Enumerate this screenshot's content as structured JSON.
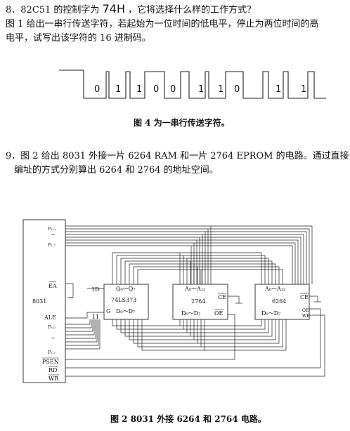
{
  "q8": {
    "line1_a": "8．82C51 的控制字为",
    "line1_hand": "74H",
    "line1_b": "，它将选择什么样的工作方式？",
    "line2": "图 1 给出一串行传送字符，若起始为一位时间的低电平，停止为两位时间的高",
    "line3": "电平，试写出该字符的 16 进制码。",
    "caption": "图 4 为一串行传送字符。",
    "bits": [
      "0",
      "1",
      "1",
      "0",
      "0",
      "1",
      "1",
      "0",
      "1",
      "1"
    ]
  },
  "q9": {
    "line1": "9．图 2 给出 8031 外接一片 6264 RAM 和一片 2764 EPROM 的电路。通过直接",
    "line2": "编址的方式分别算出 6264 和 2764 的地址空间。",
    "caption": "图 2 8031 外接 6264 和 2764 电路。"
  },
  "circuit": {
    "cpu_label": "8031",
    "p2_0": "P₂.₀",
    "p2_7": "P₂.₇",
    "ea": "EA",
    "ale": "ALE",
    "p0_0": "P₀.₀",
    "p0_7": "P₀.₇",
    "psen": "PSEN",
    "rd": "RD",
    "wr": "WR",
    "latch_label": "74LS373",
    "latch_q": "Q₀～Q₇",
    "latch_d": "D₀～D₇",
    "latch_g": "G",
    "pin_1d": "1D",
    "pin_11": "11",
    "eprom_label": "2764",
    "eprom_addr": "A₀～A₁₂",
    "eprom_data": "D₀～D₇",
    "eprom_ce": "CE",
    "eprom_oe": "OE",
    "ram_label": "6264",
    "ram_addr": "A₀～A₁₂",
    "ram_data": "D₀～D₇",
    "ram_ce": "CE",
    "ram_oe": "OE",
    "ram_we": "WE"
  }
}
